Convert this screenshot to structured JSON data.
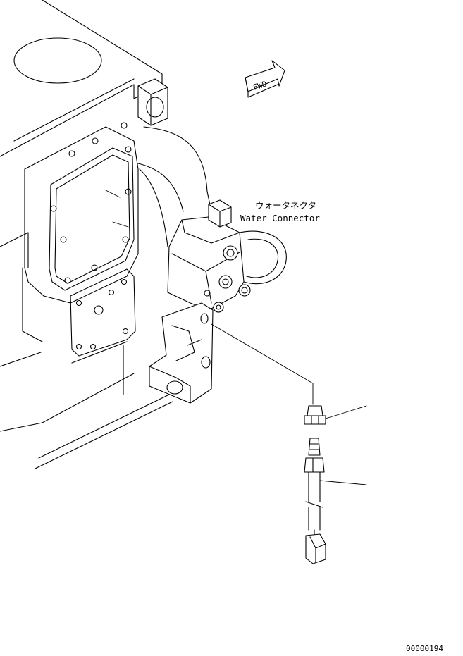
{
  "fwd_arrow": {
    "label": "FWD"
  },
  "callouts": {
    "water_connector": {
      "label_jp": "ウォータネクタ",
      "label_en": "Water Connector"
    }
  },
  "drawing_number": "00000194"
}
